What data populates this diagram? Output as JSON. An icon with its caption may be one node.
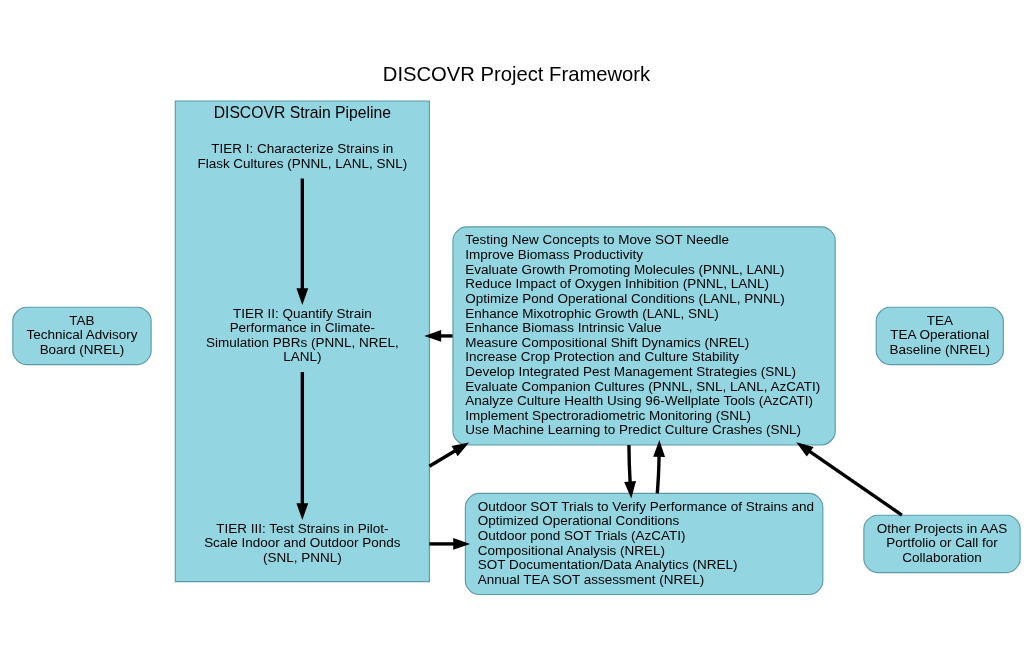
{
  "diagram": {
    "title": "DISCOVR Project Framework",
    "nodes": [
      {
        "text": [
          "TAB",
          "Technical Advisory Board (NREL)"
        ]
      },
      {
        "text": [
          "DISCOVR Strain Pipeline"
        ]
      },
      {
        "text": [
          "TIER I: Characterize Strains in Flask Cultures (PNNL, LANL, SNL)"
        ],
        "in": 1
      },
      {
        "text": [
          "TIER II: Quantify Strain Performance in Climate-Simulation PBRs (PNNL, NREL, LANL)"
        ],
        "in": 1
      },
      {
        "text": [
          "TIER III: Test Strains in Pilot-Scale Indoor and Outdoor Ponds (SNL, PNNL)"
        ],
        "in": 1
      },
      {
        "text": [
          "TEA",
          "TEA Operational Baseline (NREL)"
        ]
      },
      {
        "text": [
          "Testing New Concepts to Move SOT Needle",
          "Improve Biomass Productivity",
          "Evaluate Growth Promoting Molecules (PNNL, LANL)",
          "Reduce Impact of Oxygen Inhibition (PNNL, LANL)",
          "Optimize Pond Operational Conditions (LANL, PNNL)",
          "Enhance Mixotrophic Growth (LANL, SNL)",
          "Enhance Biomass Intrinsic Value",
          "Measure Compositional Shift Dynamics (NREL)",
          "Increase Crop Protection and Culture Stability",
          "Develop Integrated Pest Management Strategies (SNL)",
          "Evaluate Companion Cultures (PNNL, SNL, LANL, AzCATI)",
          "Analyze Culture Health Using 96-Wellplate Tools (AzCATI)",
          "Implement Spectroradiometric Monitoring (SNL)",
          "Use Machine Learning to Predict Culture Crashes (SNL)"
        ]
      },
      {
        "text": [
          "Outdoor SOT Trials to Verify Performance of Strains and Optimized Operational Conditions",
          "Outdoor pond SOT Trials (AzCATI)",
          "Compositional Analysis (NREL)",
          "SOT Documentation/Data Analytics (NREL)",
          "Annual TEA SOT assessment (NREL)"
        ]
      },
      {
        "text": [
          "Other Projects in AAS Portfolio or Call for Collaboration"
        ]
      }
    ],
    "edges": [
      {
        "from": 2,
        "to": 3,
        "arrow": "to"
      },
      {
        "from": 3,
        "to": 4,
        "arrow": "to"
      },
      {
        "from": 1,
        "to": 6,
        "arrow": "to"
      },
      {
        "from": 6,
        "to": 1,
        "arrow": "to"
      },
      {
        "from": 1,
        "to": 7,
        "arrow": "to"
      },
      {
        "from": 6,
        "to": 7,
        "arrow": "to"
      },
      {
        "from": 7,
        "to": 6,
        "arrow": "to"
      },
      {
        "from": 8,
        "to": 6,
        "arrow": "to"
      }
    ]
  }
}
